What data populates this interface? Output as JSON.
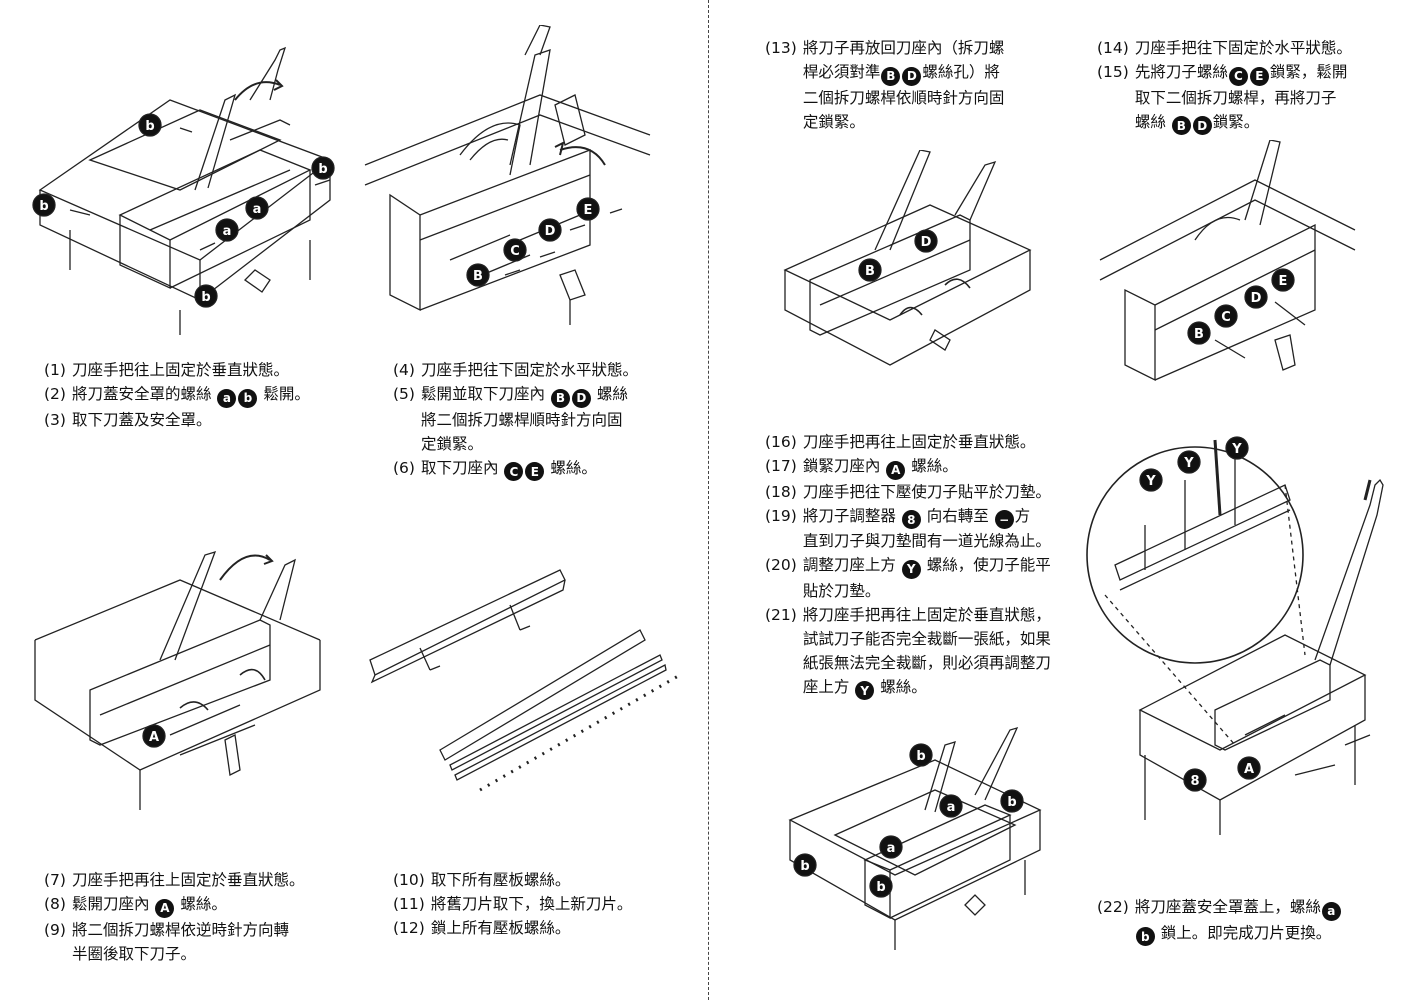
{
  "markers": {
    "a": "a",
    "b": "b",
    "A": "A",
    "B": "B",
    "C": "C",
    "D": "D",
    "E": "E",
    "Y": "Y",
    "eight": "8",
    "minus": "−"
  },
  "groups": {
    "g1": [
      {
        "num": "(1)",
        "lines": [
          [
            "刀座手把往上固定於垂直狀態。"
          ]
        ]
      },
      {
        "num": "(2)",
        "lines": [
          [
            "將刀蓋安全罩的螺絲 ",
            {
              "m": "a"
            },
            {
              "m": "b"
            },
            " 鬆開。"
          ]
        ]
      },
      {
        "num": "(3)",
        "lines": [
          [
            "取下刀蓋及安全罩。"
          ]
        ]
      }
    ],
    "g2": [
      {
        "num": "(4)",
        "lines": [
          [
            "刀座手把往下固定於水平狀態。"
          ]
        ]
      },
      {
        "num": "(5)",
        "lines": [
          [
            "鬆開並取下刀座內 ",
            {
              "m": "B"
            },
            {
              "m": "D"
            },
            " 螺絲"
          ],
          [
            "將二個拆刀螺桿順時針方向固"
          ],
          [
            "定鎖緊。"
          ]
        ]
      },
      {
        "num": "(6)",
        "lines": [
          [
            "取下刀座內 ",
            {
              "m": "C"
            },
            {
              "m": "E"
            },
            " 螺絲。"
          ]
        ]
      }
    ],
    "g3": [
      {
        "num": "(7)",
        "lines": [
          [
            "刀座手把再往上固定於垂直狀態。"
          ]
        ]
      },
      {
        "num": "(8)",
        "lines": [
          [
            "鬆開刀座內 ",
            {
              "m": "A"
            },
            " 螺絲。"
          ]
        ]
      },
      {
        "num": "(9)",
        "lines": [
          [
            "將二個拆刀螺桿依逆時針方向轉"
          ],
          [
            "半圈後取下刀子。"
          ]
        ]
      }
    ],
    "g4": [
      {
        "num": "(10)",
        "lines": [
          [
            "取下所有壓板螺絲。"
          ]
        ]
      },
      {
        "num": "(11)",
        "lines": [
          [
            "將舊刀片取下，換上新刀片。"
          ]
        ]
      },
      {
        "num": "(12)",
        "lines": [
          [
            "鎖上所有壓板螺絲。"
          ]
        ]
      }
    ],
    "g5": [
      {
        "num": "(13)",
        "lines": [
          [
            "將刀子再放回刀座內（拆刀螺"
          ],
          [
            "桿必須對準",
            {
              "m": "B"
            },
            {
              "m": "D"
            },
            "螺絲孔）將"
          ],
          [
            "二個拆刀螺桿依順時針方向固"
          ],
          [
            "定鎖緊。"
          ]
        ]
      }
    ],
    "g6": [
      {
        "num": "(14)",
        "lines": [
          [
            "刀座手把往下固定於水平狀態。"
          ]
        ]
      },
      {
        "num": "(15)",
        "lines": [
          [
            "先將刀子螺絲",
            {
              "m": "C"
            },
            {
              "m": "E"
            },
            "鎖緊，鬆開"
          ],
          [
            "取下二個拆刀螺桿，再將刀子"
          ],
          [
            "螺絲 ",
            {
              "m": "B"
            },
            {
              "m": "D"
            },
            "鎖緊。"
          ]
        ]
      }
    ],
    "g7": [
      {
        "num": "(16)",
        "lines": [
          [
            "刀座手把再往上固定於垂直狀態。"
          ]
        ]
      },
      {
        "num": "(17)",
        "lines": [
          [
            "鎖緊刀座內 ",
            {
              "m": "A"
            },
            " 螺絲。"
          ]
        ]
      },
      {
        "num": "(18)",
        "lines": [
          [
            "刀座手把往下壓使刀子貼平於刀墊。"
          ]
        ]
      },
      {
        "num": "(19)",
        "lines": [
          [
            "將刀子調整器 ",
            {
              "m": "eight"
            },
            " 向右轉至 ",
            {
              "m": "minus"
            },
            "方"
          ],
          [
            "直到刀子與刀墊間有一道光線為止。"
          ]
        ]
      },
      {
        "num": "(20)",
        "lines": [
          [
            "調整刀座上方 ",
            {
              "m": "Y"
            },
            " 螺絲，使刀子能平"
          ],
          [
            "貼於刀墊。"
          ]
        ]
      },
      {
        "num": "(21)",
        "lines": [
          [
            "將刀座手把再往上固定於垂直狀態，"
          ],
          [
            "試試刀子能否完全裁斷一張紙，如果"
          ],
          [
            "紙張無法完全裁斷，則必須再調整刀"
          ],
          [
            "座上方 ",
            {
              "m": "Y"
            },
            " 螺絲。"
          ]
        ]
      }
    ],
    "g8": [
      {
        "num": "(22)",
        "lines": [
          [
            "將刀座蓋安全罩蓋上，螺絲",
            {
              "m": "a"
            }
          ],
          [
            {
              "m": "b"
            },
            " 鎖上。即完成刀片更換。"
          ]
        ]
      }
    ]
  }
}
